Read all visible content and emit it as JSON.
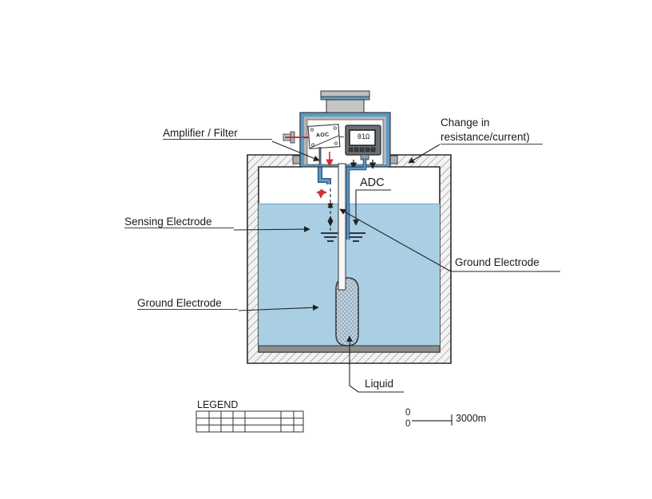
{
  "labels": {
    "amplifier_filter": "Amplifier / Filter",
    "change_line1": "Change in",
    "change_line2": "resistance/current)",
    "adc": "ADC",
    "sensing_electrode": "Sensing Electrode",
    "ground_electrode_left": "Ground Electrode",
    "ground_electrode_right": "Ground Electrode",
    "liquid": "Liquid"
  },
  "components": {
    "converter_box_label": "AOC",
    "display_reading": "01Ω"
  },
  "legend": {
    "title": "LEGEND",
    "rows": 3,
    "columns": 7
  },
  "scale_bar": {
    "upper_value": "0",
    "lower_value": "0",
    "distance_label": "3000m"
  },
  "colors": {
    "liquid": "#aacfe4",
    "pipe": "#5b9bc8",
    "housing_gray": "#b6b6b6",
    "signal_red": "#cc3333",
    "outline": "#333333",
    "electrode_fill": "#c9d8e3"
  }
}
